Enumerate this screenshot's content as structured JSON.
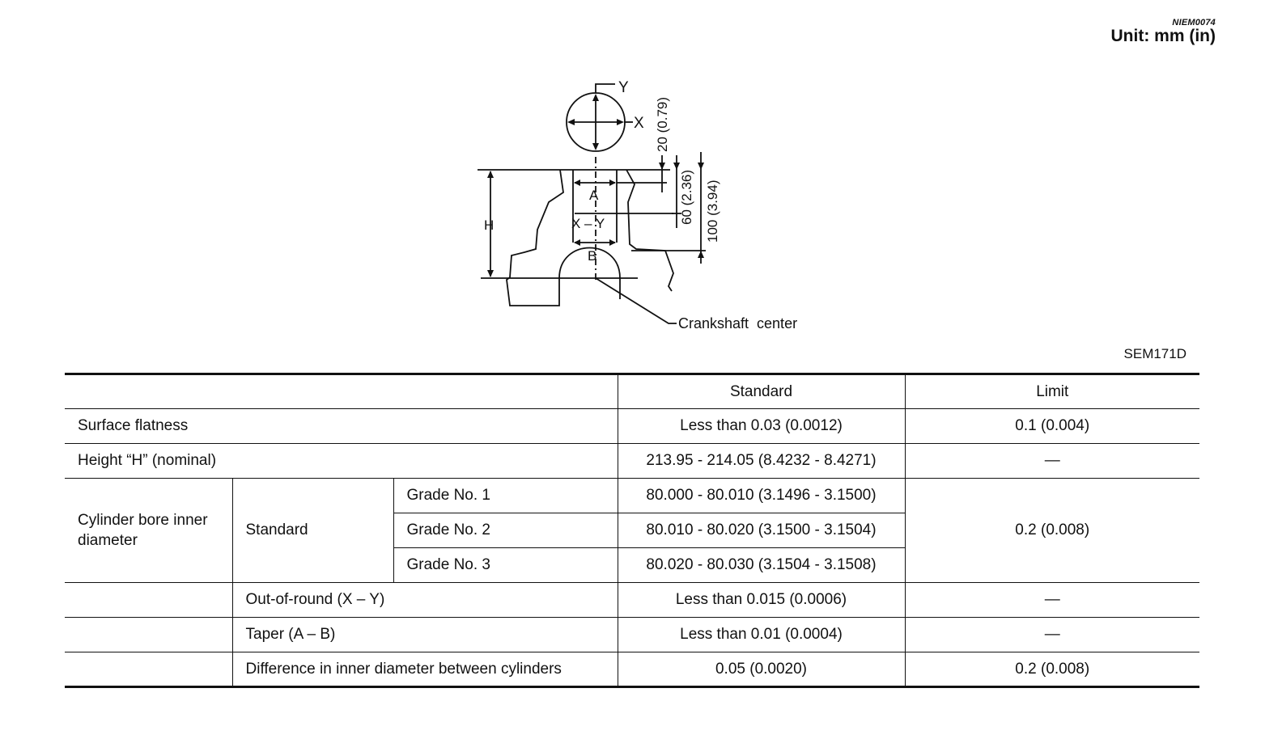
{
  "header": {
    "ref_code": "NIEM0074",
    "unit": "Unit: mm (in)"
  },
  "figure": {
    "code": "SEM171D",
    "labels": {
      "y": "Y",
      "x": "X",
      "h": "H",
      "a": "A",
      "xy": "X – Y",
      "b": "B",
      "d20": "20 (0.79)",
      "d60": "60 (2.36)",
      "d100": "100 (3.94)",
      "crankshaft": "Crankshaft  center"
    }
  },
  "table": {
    "col_standard": "Standard",
    "col_limit": "Limit",
    "surface": {
      "label": "Surface flatness",
      "standard": "Less than 0.03 (0.0012)",
      "limit": "0.1 (0.004)"
    },
    "height": {
      "label": "Height “H” (nominal)",
      "standard": "213.95 - 214.05 (8.4232 - 8.4271)",
      "limit": "—"
    },
    "bore": {
      "label": "Cylinder bore inner diameter",
      "sub_label": "Standard",
      "limit": "0.2 (0.008)",
      "grades": [
        {
          "label": "Grade No. 1",
          "value": "80.000 - 80.010 (3.1496 - 3.1500)"
        },
        {
          "label": "Grade No. 2",
          "value": "80.010 - 80.020 (3.1500 - 3.1504)"
        },
        {
          "label": "Grade No. 3",
          "value": "80.020 - 80.030 (3.1504 - 3.1508)"
        }
      ]
    },
    "out_of_round": {
      "label": "Out-of-round (X – Y)",
      "standard": "Less than 0.015 (0.0006)",
      "limit": "—"
    },
    "taper": {
      "label": "Taper (A – B)",
      "standard": "Less than 0.01 (0.0004)",
      "limit": "—"
    },
    "difference": {
      "label": "Difference in inner diameter between cylinders",
      "standard": "0.05 (0.0020)",
      "limit": "0.2 (0.008)"
    }
  }
}
